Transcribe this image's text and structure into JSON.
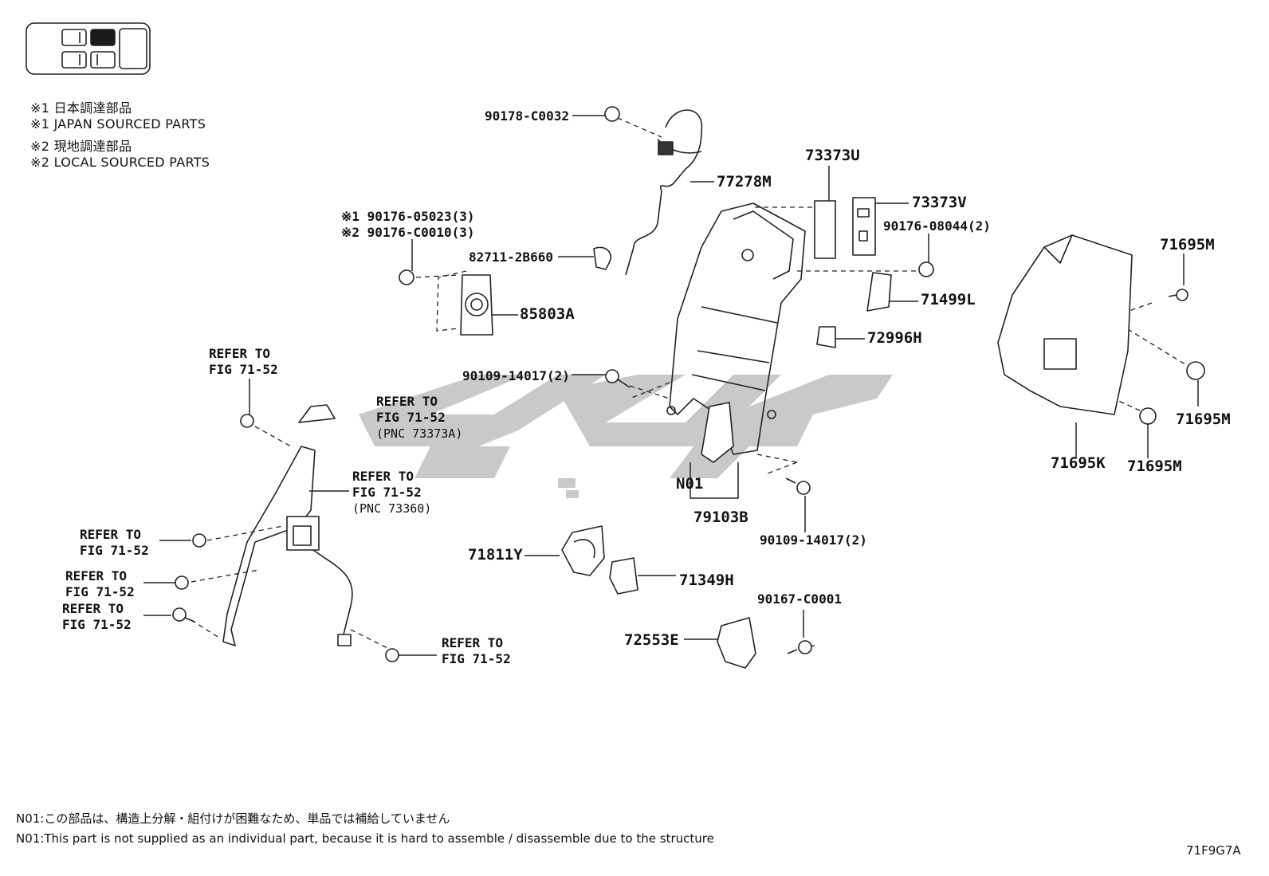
{
  "notes": {
    "jp1": "※1 日本調達部品",
    "en1": "※1 JAPAN SOURCED PARTS",
    "jp2": "※2 現地調達部品",
    "en2": "※2 LOCAL SOURCED PARTS"
  },
  "parts": {
    "p90178_C0032": "90178-C0032",
    "p77278M": "77278M",
    "p73373U": "73373U",
    "p73373V": "73373V",
    "p90176_08044": "90176-08044(2)",
    "p71695M_a": "71695M",
    "p71695M_b": "71695M",
    "p71695M_c": "71695M",
    "p71695K": "71695K",
    "p90176_05023": "※1 90176-05023(3)",
    "p90176_C0010": "※2 90176-C0010(3)",
    "p82711_2B660": "82711-2B660",
    "p85803A": "85803A",
    "p71499L": "71499L",
    "p72996H": "72996H",
    "p90109_14017_a": "90109-14017(2)",
    "p90109_14017_b": "90109-14017(2)",
    "pN01": "N01",
    "p79103B": "79103B",
    "p71811Y": "71811Y",
    "p71349H": "71349H",
    "p90167_C0001": "90167-C0001",
    "p72553E": "72553E"
  },
  "refs": {
    "r1": {
      "line1": "REFER TO",
      "line2": "FIG 71-52"
    },
    "r2": {
      "line1": "REFER TO",
      "line2": "FIG 71-52",
      "line3": "(PNC 73373A)"
    },
    "r3": {
      "line1": "REFER TO",
      "line2": "FIG 71-52",
      "line3": "(PNC 73360)"
    },
    "r4": {
      "line1": "REFER TO",
      "line2": "FIG 71-52"
    },
    "r5": {
      "line1": "REFER TO",
      "line2": "FIG 71-52"
    },
    "r6": {
      "line1": "REFER TO",
      "line2": "FIG 71-52"
    },
    "r7": {
      "line1": "REFER TO",
      "line2": "FIG 71-52"
    }
  },
  "footer": {
    "jp": "N01:この部品は、構造上分解・組付けが困難なため、単品では補給していません",
    "en": "N01:This part is not supplied as an individual part, because it is hard to assemble / disassemble due to the structure",
    "figure_code": "71F9G7A"
  },
  "colors": {
    "line": "#222222",
    "watermark": "#c8c8c8",
    "seat_fill": "#1a1a1a"
  },
  "icons": {
    "seat_locator": "seat-position-icon",
    "watermark": "watermark-logo"
  }
}
